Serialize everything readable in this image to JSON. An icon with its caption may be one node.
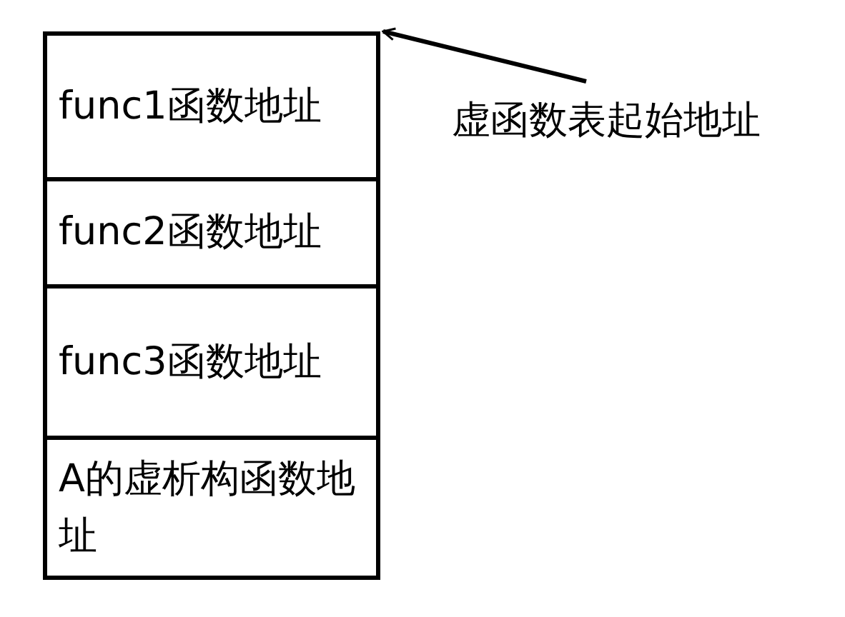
{
  "diagram": {
    "nodes": [
      {
        "text": [
          "func1函数地址"
        ]
      },
      {
        "text": [
          "func2函数地址"
        ]
      },
      {
        "text": [
          "func3函数地址"
        ]
      },
      {
        "text": [
          "A的虚析构函数地址"
        ]
      },
      {
        "text": [
          "虚函数表起始地址"
        ]
      }
    ],
    "edges": [
      {
        "from": 4,
        "to": 0,
        "arrow": "to"
      }
    ]
  }
}
